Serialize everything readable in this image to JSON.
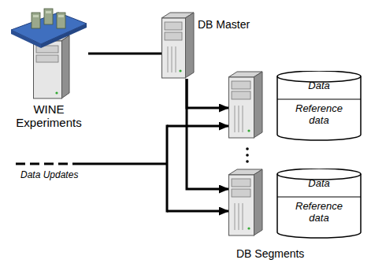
{
  "diagram": {
    "nodes": [
      {
        "text": [
          "WINE Experiments"
        ]
      },
      {
        "text": [
          "DB Master"
        ]
      },
      {
        "text": [
          "Data",
          "Reference data"
        ]
      },
      {
        "text": [
          "Data",
          "Reference data"
        ]
      }
    ],
    "edges": [
      {
        "from": 0,
        "to": 1,
        "arrow": "none"
      },
      {
        "from": 1,
        "to": 2,
        "arrow": "to"
      },
      {
        "from": 1,
        "to": 3,
        "arrow": "to"
      }
    ],
    "labels": [
      "Data Updates",
      "DB Segments"
    ]
  }
}
